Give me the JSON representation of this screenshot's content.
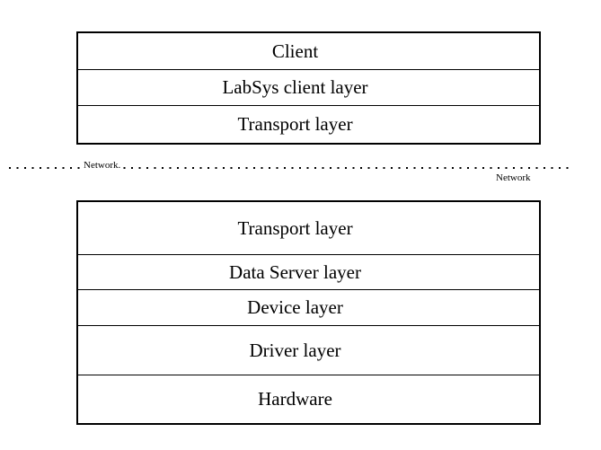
{
  "diagram": {
    "background_color": "#ffffff",
    "line_color": "#000000",
    "client_stack": {
      "layers": [
        {
          "label": "Client"
        },
        {
          "label": "LabSys client layer"
        },
        {
          "label": "Transport layer"
        }
      ]
    },
    "network_divider": {
      "left_label": "Network.",
      "right_label": "Network",
      "style": "dotted-line"
    },
    "server_stack": {
      "layers": [
        {
          "label": "Transport layer"
        },
        {
          "label": "Data Server layer"
        },
        {
          "label": "Device layer"
        },
        {
          "label": "Driver layer"
        },
        {
          "label": "Hardware"
        }
      ]
    }
  }
}
